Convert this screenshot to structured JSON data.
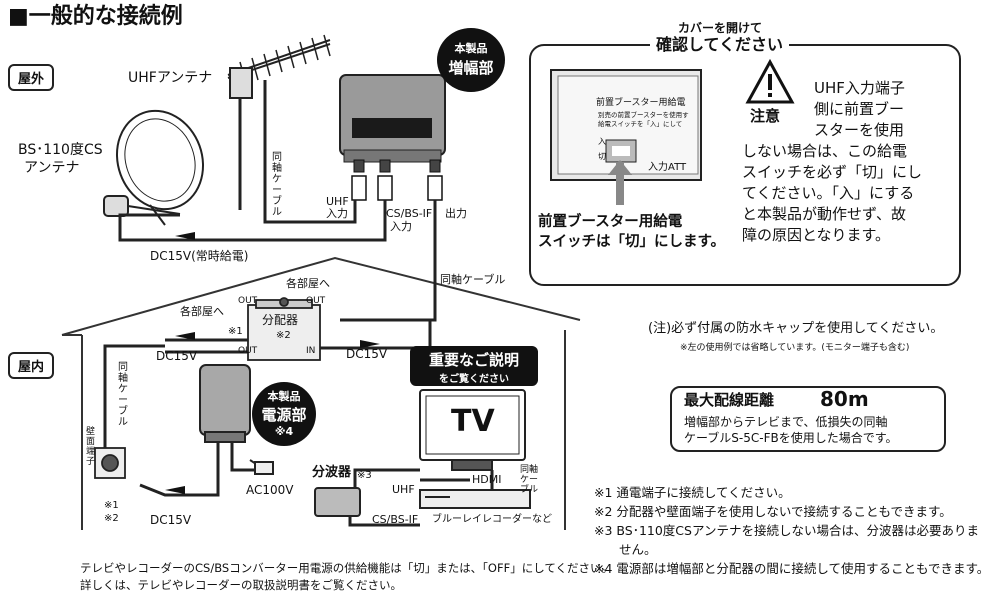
{
  "title": "■一般的な接続例",
  "zones": {
    "outdoor": "屋外",
    "indoor": "屋内"
  },
  "amp_badge": {
    "line1": "本製品",
    "line2": "増幅部"
  },
  "power_badge": {
    "line1": "本製品",
    "line2": "電源部",
    "line3": "※4"
  },
  "labels": {
    "uhf_antenna": "UHFアンテナ",
    "bs_antenna_1": "BS･110度CS",
    "bs_antenna_2": "アンテナ",
    "coax_vertical_1": "同軸ケーブル",
    "uhf_in_1": "UHF",
    "uhf_in_2": "入力",
    "csbs_in_1": "CS/BS-IF",
    "csbs_in_2": "入力",
    "output": "出力",
    "dc15v_always": "DC15V(常時給電)",
    "coax_cable": "同軸ケーブル",
    "to_rooms_top": "各部屋へ",
    "to_rooms_left": "各部屋へ",
    "out_a": "OUT",
    "out_b": "OUT",
    "out_c": "OUT",
    "in": "IN",
    "note1_mark": "※1",
    "splitter_1": "分配器",
    "splitter_2": "※2",
    "dc15v_a": "DC15V",
    "dc15v_b": "DC15V",
    "dc15v_c": "DC15V",
    "coax_indoor": "同軸ケーブル",
    "wall_terminal": "壁面端子",
    "wall_note_1": "※1",
    "wall_note_2": "※2",
    "ac100v": "AC100V",
    "diplexer": "分波器",
    "diplexer_note": "※3",
    "uhf": "UHF",
    "hdmi": "HDMI",
    "coax_tv": "同軸ケーブル",
    "csbs_if": "CS/BS-IF",
    "recorder": "ブルーレイレコーダーなど",
    "tv": "TV"
  },
  "important": {
    "line1": "重要なご説明",
    "line2": "をご覧ください"
  },
  "cover": {
    "top": "カバーを開けて",
    "heading": "確認してください",
    "panel_title": "前置ブースター用給電",
    "panel_small1": "別売の前置ブースターを使用す",
    "panel_small2": "給電スイッチを「入」にして",
    "switch_on": "入",
    "switch_off": "切",
    "input_att": "入力ATT",
    "caption1": "前置ブースター用給電",
    "caption2": "スイッチは「切」にします。"
  },
  "caution": {
    "label": "注意",
    "text_lines": [
      "UHF入力端子",
      "側に前置ブー",
      "スターを使用",
      "しない場合は、この給電",
      "スイッチを必ず「切」にし",
      "てください。「入」にする",
      "と本製品が動作せず、故",
      "障の原因となります。"
    ]
  },
  "waterproof_note": "(注)必ず付属の防水キャップを使用してください。",
  "waterproof_sub": "※左の使用例では省略しています。(モニター端子も含む)",
  "max_distance": {
    "label": "最大配線距離",
    "value": "80m",
    "desc1": "増幅部からテレビまで、低損失の同軸",
    "desc2": "ケーブルS-5C-FBを使用した場合です。"
  },
  "footnotes": [
    "※1 通電端子に接続してください。",
    "※2 分配器や壁面端子を使用しないで接続することもできます。",
    "※3 BS･110度CSアンテナを接続しない場合は、分波器は必要ありま",
    "　　せん。",
    "※4 電源部は増幅部と分配器の間に接続して使用することもできます。"
  ],
  "bottom_note1": "テレビやレコーダーのCS/BSコンバーター用電源の供給機能は「切」または、「OFF」にしてください。",
  "bottom_note2": "詳しくは、テレビやレコーダーの取扱説明書をご覧ください。",
  "colors": {
    "ink": "#111111",
    "device_gray": "#9a9a9a",
    "house_line": "#333333"
  }
}
